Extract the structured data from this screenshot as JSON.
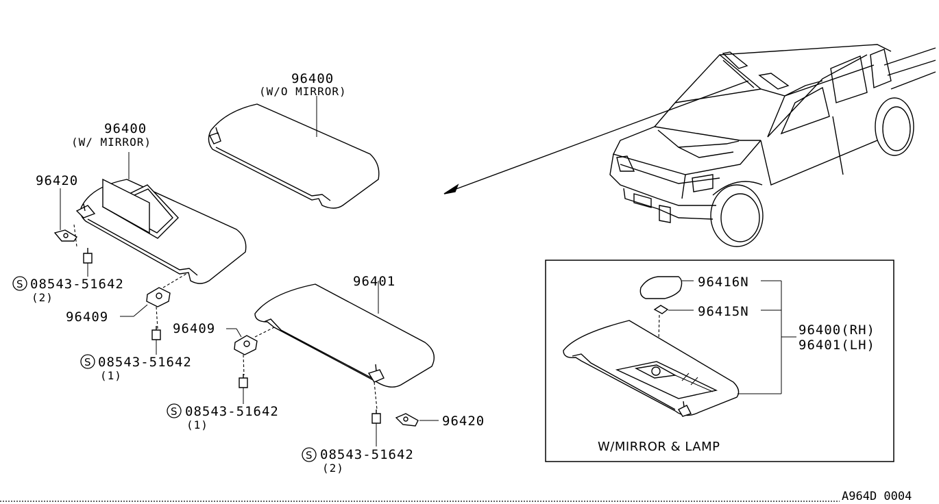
{
  "labels": {
    "visor_no_mirror_part": "96400",
    "visor_no_mirror_note": "(W/O MIRROR)",
    "visor_mirror_part": "96400",
    "visor_mirror_note": "(W/ MIRROR)",
    "holder_left_part": "96420",
    "bolt_1_part": "08543-51642",
    "bolt_1_qty": "(2)",
    "bracket_left_part": "96409",
    "bolt_2_part": "08543-51642",
    "bolt_2_qty": "(1)",
    "visor_lh_part": "96401",
    "bracket_right_part": "96409",
    "bolt_3_part": "08543-51642",
    "bolt_3_qty": "(1)",
    "holder_right_part": "96420",
    "bolt_4_part": "08543-51642",
    "bolt_4_qty": "(2)",
    "standard_part_mark": "S"
  },
  "inset": {
    "lens_part": "96416N",
    "bulb_part": "96415N",
    "assembly_rh": "96400(RH)",
    "assembly_lh": "96401(LH)",
    "caption": "W/MIRROR & LAMP"
  },
  "drawing_code": "A964D 0004"
}
